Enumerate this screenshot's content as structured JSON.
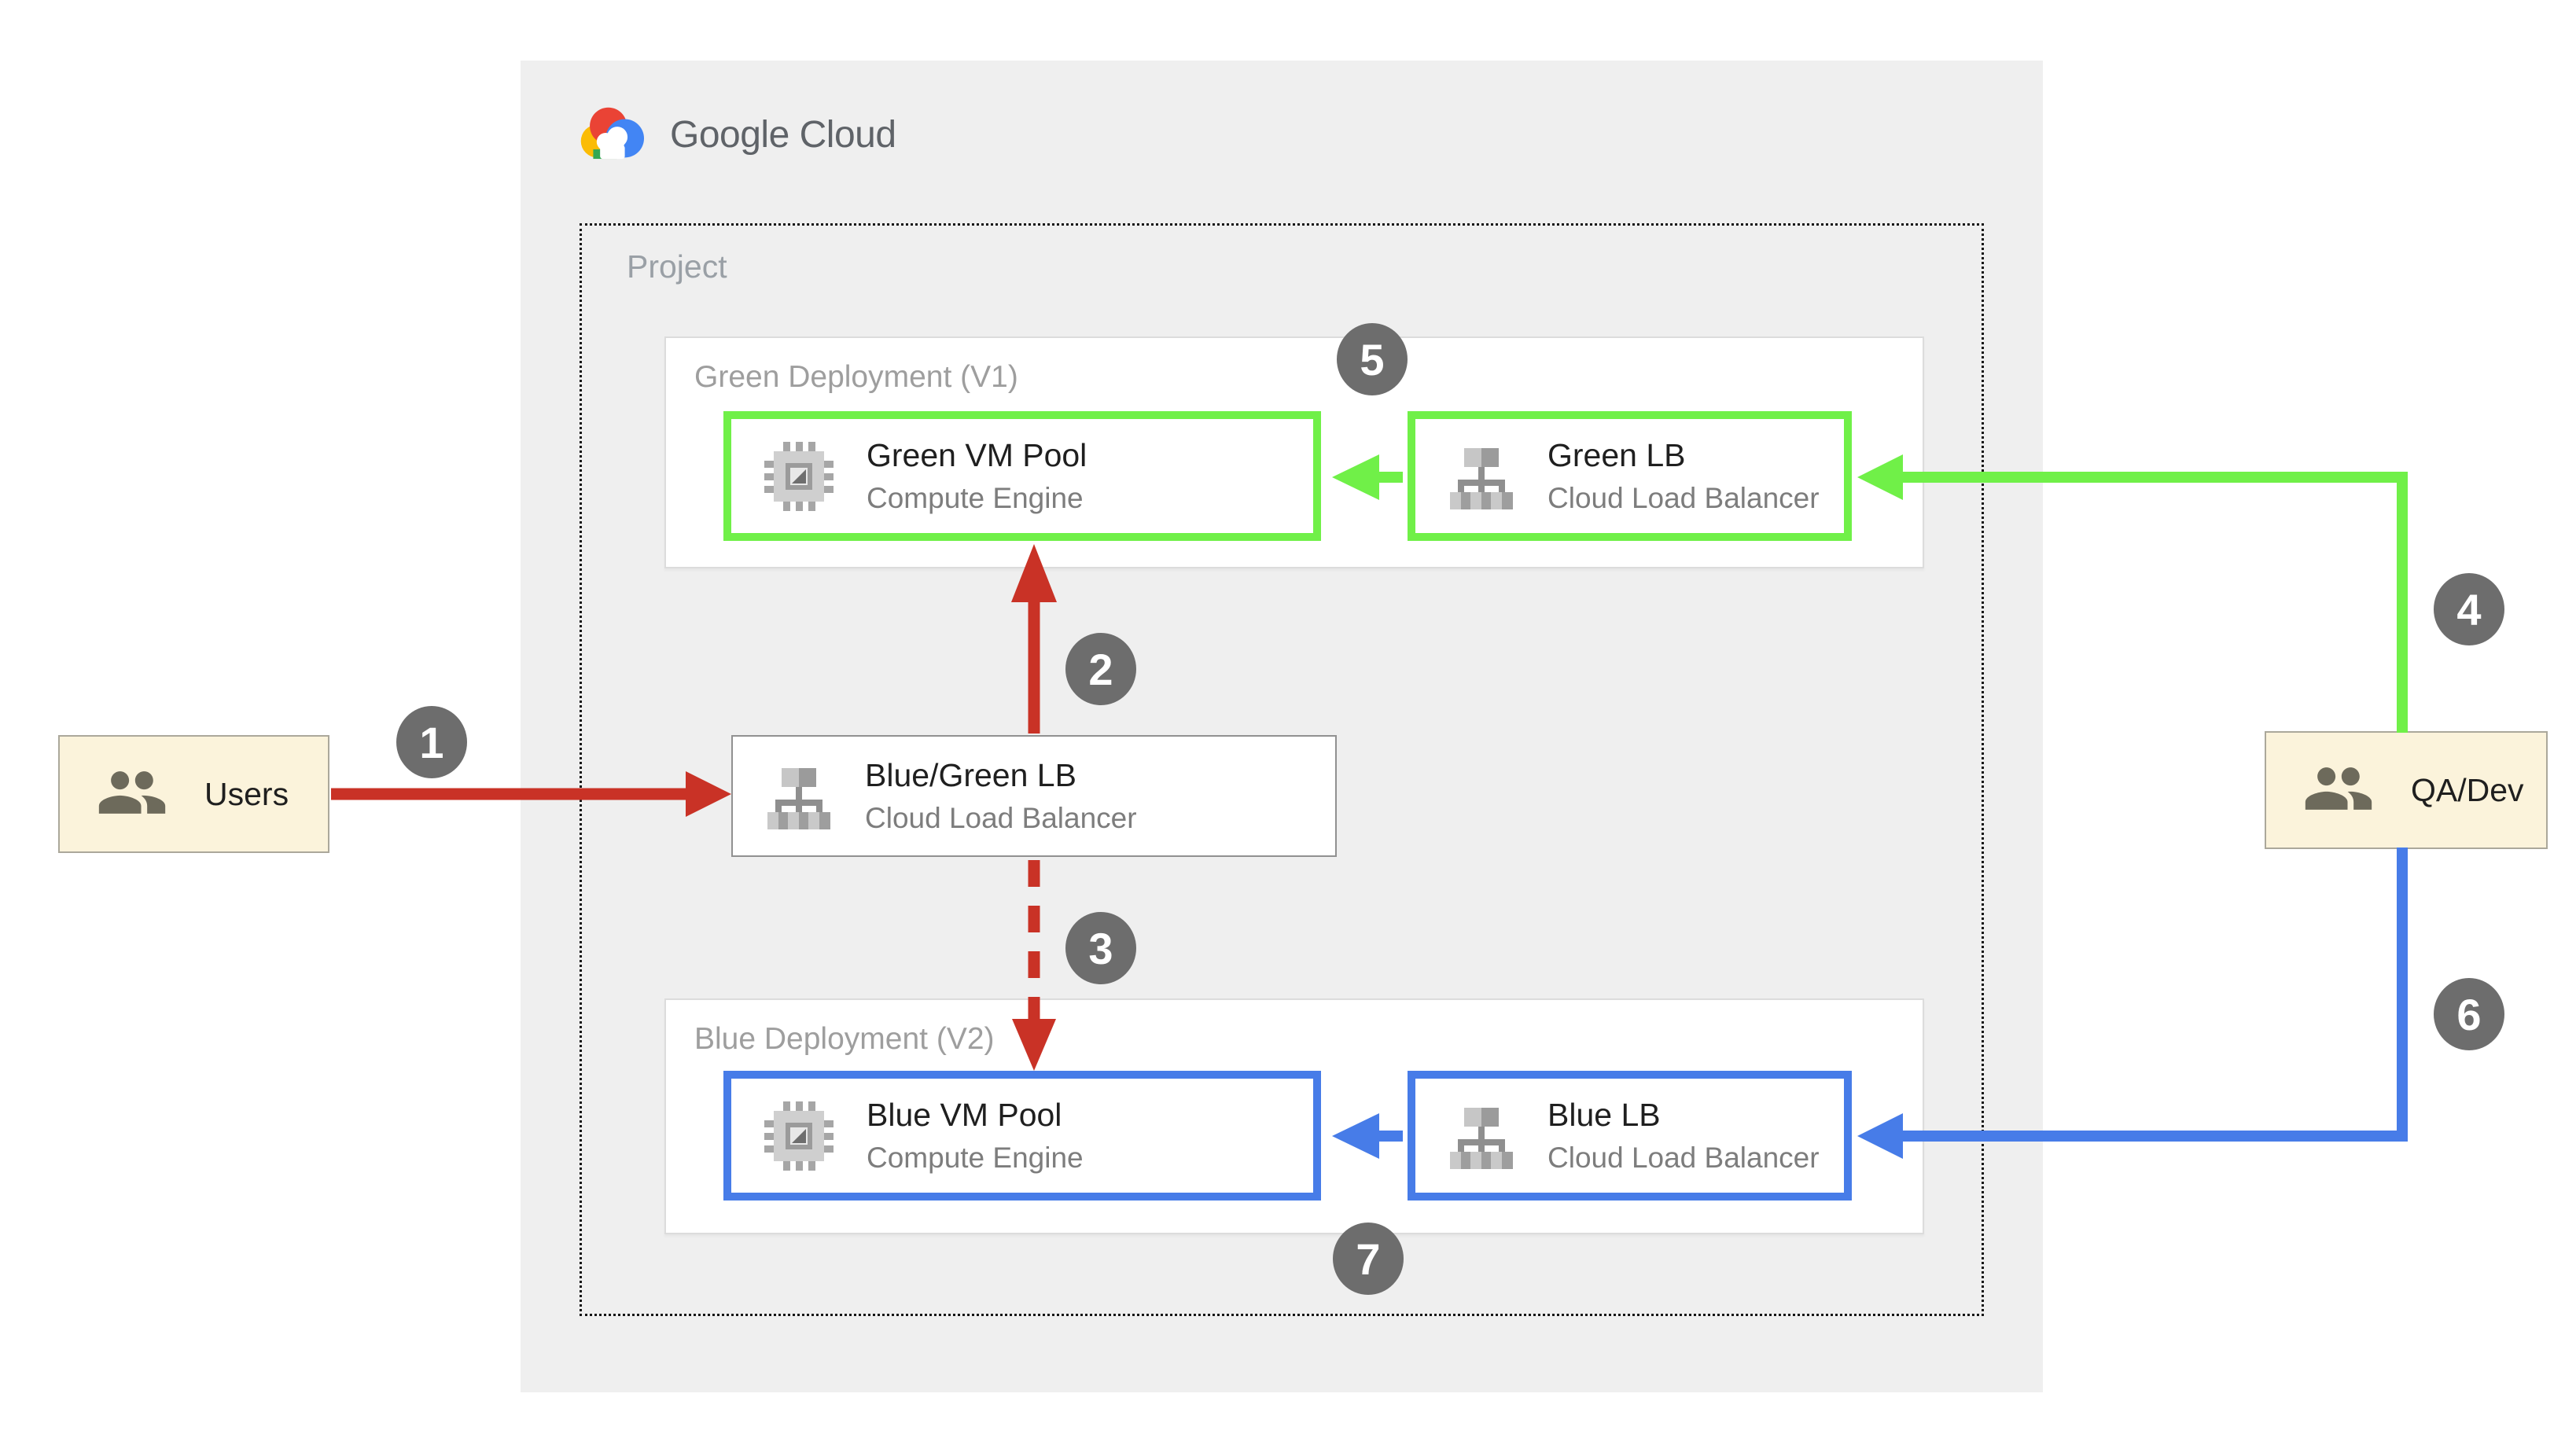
{
  "branding": {
    "logo_text": "Google Cloud"
  },
  "project": {
    "label": "Project"
  },
  "deployments": {
    "green": {
      "label": "Green Deployment (V1)",
      "vm": {
        "title": "Green VM Pool",
        "subtitle": "Compute Engine"
      },
      "lb": {
        "title": "Green LB",
        "subtitle": "Cloud Load Balancer"
      }
    },
    "blue": {
      "label": "Blue Deployment (V2)",
      "vm": {
        "title": "Blue VM Pool",
        "subtitle": "Compute Engine"
      },
      "lb": {
        "title": "Blue LB",
        "subtitle": "Cloud Load Balancer"
      }
    }
  },
  "router": {
    "title": "Blue/Green LB",
    "subtitle": "Cloud Load Balancer"
  },
  "actors": {
    "users": {
      "label": "Users"
    },
    "qadev": {
      "label": "QA/Dev"
    }
  },
  "steps": [
    "1",
    "2",
    "3",
    "4",
    "5",
    "6",
    "7"
  ],
  "colors": {
    "red": "#C93226",
    "green": "#70F048",
    "blue": "#477CE8",
    "badge": "#6D6D6D",
    "panel": "#EFEFEF",
    "actor_bg": "#FBF3DB"
  }
}
